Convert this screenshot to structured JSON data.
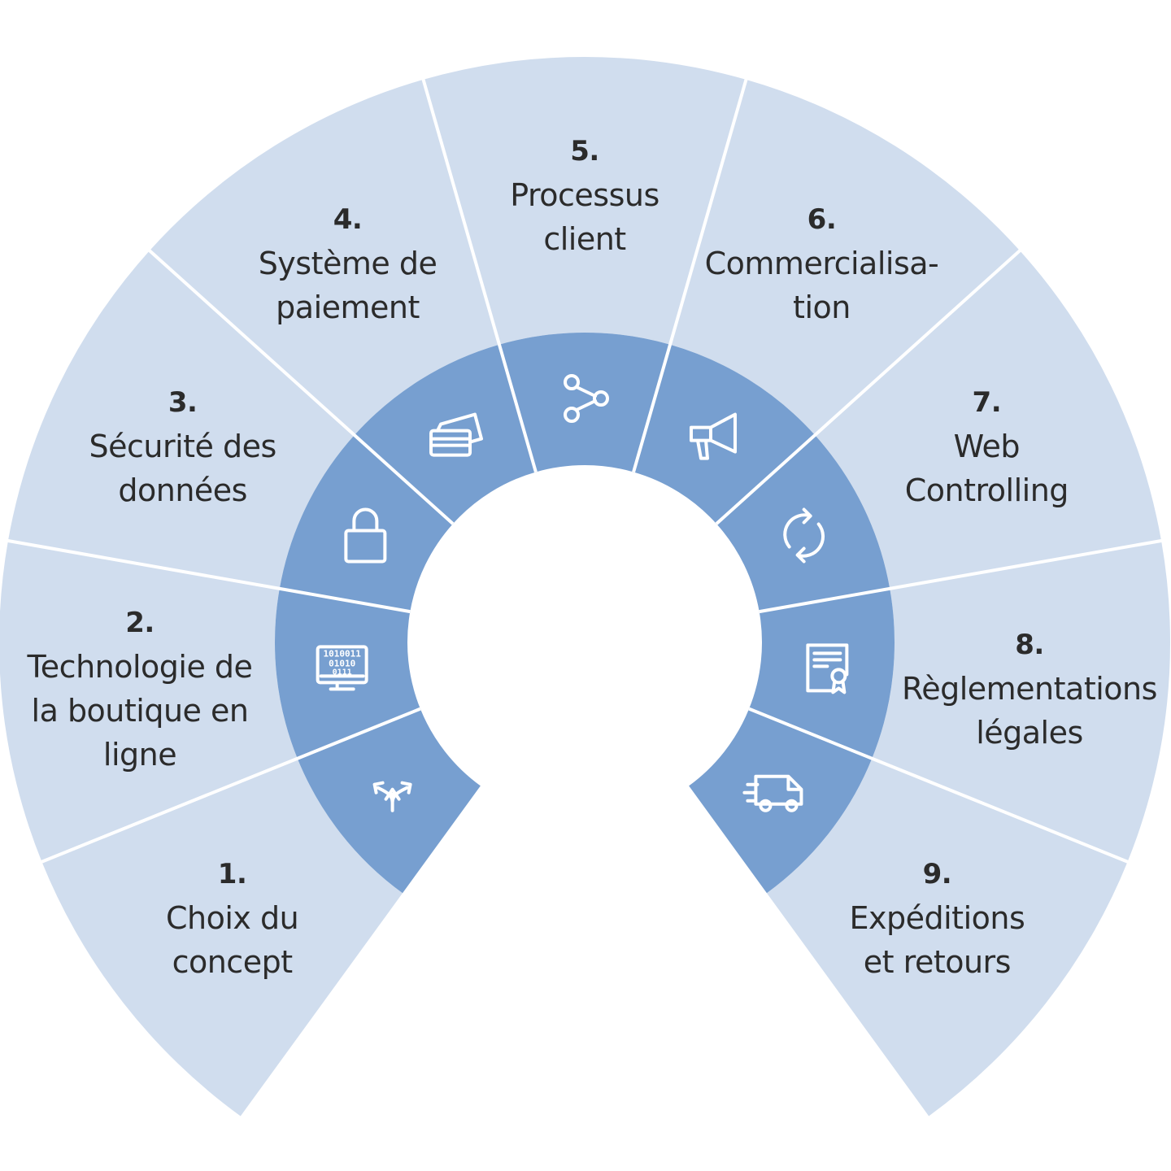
{
  "colors": {
    "outer": "#d0ddee",
    "inner": "#779fd0",
    "divider": "#ffffff",
    "icon": "#ffffff"
  },
  "segments": [
    {
      "number": "1.",
      "title": "Choix du\nconcept",
      "icon": "split-arrows-icon"
    },
    {
      "number": "2.",
      "title": "Technologie de\nla boutique en\nligne",
      "icon": "binary-monitor-icon"
    },
    {
      "number": "3.",
      "title": "Sécurité des\ndonnées",
      "icon": "lock-icon"
    },
    {
      "number": "4.",
      "title": "Système de\npaiement",
      "icon": "credit-cards-icon"
    },
    {
      "number": "5.",
      "title": "Processus\nclient",
      "icon": "share-nodes-icon"
    },
    {
      "number": "6.",
      "title": "Commercialisa-\ntion",
      "icon": "megaphone-icon"
    },
    {
      "number": "7.",
      "title": "Web\nControlling",
      "icon": "refresh-cycle-icon"
    },
    {
      "number": "8.",
      "title": "Règlementations\nlégales",
      "icon": "certificate-icon"
    },
    {
      "number": "9.",
      "title": "Expéditions\net retours",
      "icon": "delivery-van-icon"
    }
  ]
}
